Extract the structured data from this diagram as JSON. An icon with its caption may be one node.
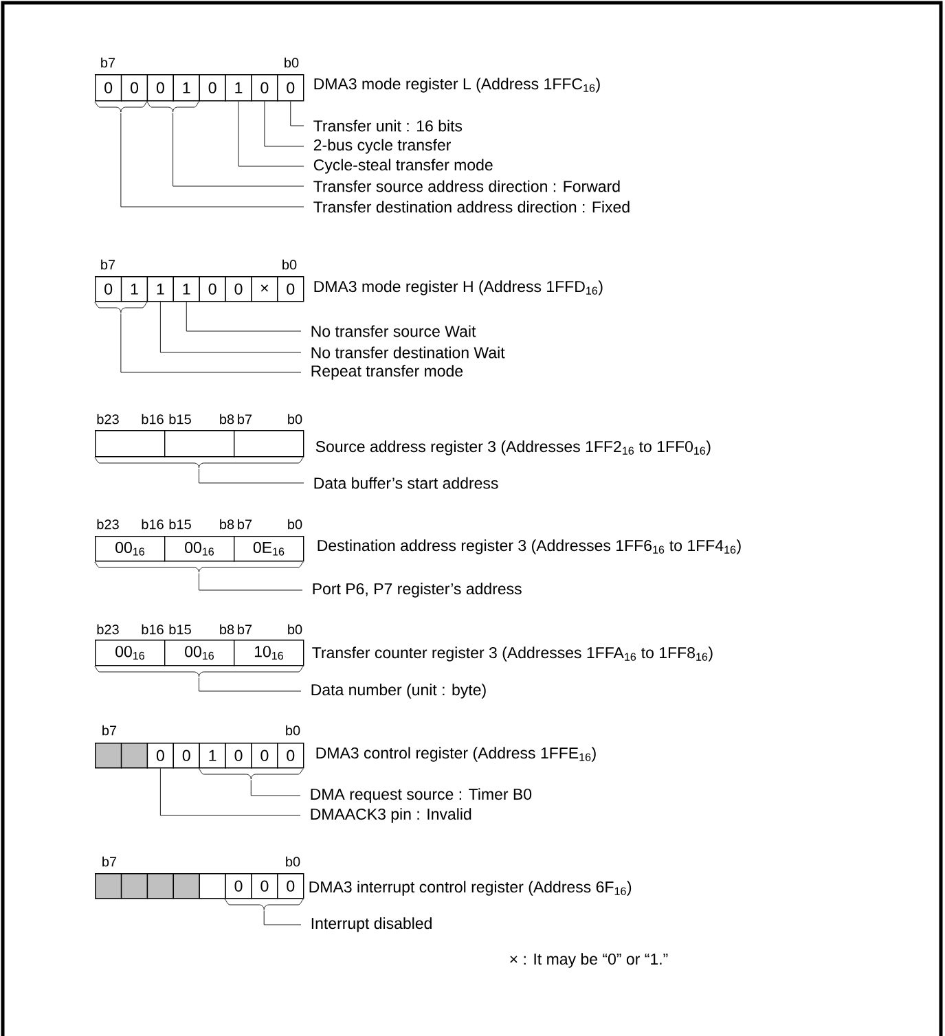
{
  "diagram": {
    "nodes": [
      {
        "text": [
          "0"
        ]
      },
      {
        "text": [
          "0"
        ]
      },
      {
        "text": [
          "0"
        ]
      },
      {
        "text": [
          "1"
        ]
      },
      {
        "text": [
          "0"
        ]
      },
      {
        "text": [
          "1"
        ]
      },
      {
        "text": [
          "0"
        ]
      },
      {
        "text": [
          "0"
        ]
      },
      {
        "text": [],
        "shape": "brace"
      },
      {
        "text": [],
        "shape": "brace"
      },
      {
        "text": [
          "Transfer unit : 16 bits"
        ]
      },
      {
        "text": [
          "2-bus cycle transfer"
        ]
      },
      {
        "text": [
          "Cycle-steal transfer mode"
        ]
      },
      {
        "text": [
          "Transfer source address direction : Forward"
        ]
      },
      {
        "text": [
          "Transfer destination address direction : Fixed"
        ]
      },
      {
        "text": [
          "0"
        ]
      },
      {
        "text": [
          "1"
        ]
      },
      {
        "text": [
          "1"
        ]
      },
      {
        "text": [
          "1"
        ]
      },
      {
        "text": [
          "0"
        ]
      },
      {
        "text": [
          "0"
        ]
      },
      {
        "text": [
          "×"
        ]
      },
      {
        "text": [
          "0"
        ]
      },
      {
        "text": [],
        "shape": "brace"
      },
      {
        "text": [
          "No transfer source Wait"
        ]
      },
      {
        "text": [
          "No transfer destination Wait"
        ]
      },
      {
        "text": [
          "Repeat transfer mode"
        ]
      },
      {
        "text": [],
        "shape": "box"
      },
      {
        "text": [],
        "shape": "box"
      },
      {
        "text": [],
        "shape": "box"
      },
      {
        "text": [],
        "shape": "brace"
      },
      {
        "text": [
          "Data buffer’s start address"
        ]
      },
      {
        "text": [
          "00$_{16}$"
        ]
      },
      {
        "text": [
          "00$_{16}$"
        ]
      },
      {
        "text": [
          "0E$_{16}$"
        ]
      },
      {
        "text": [],
        "shape": "brace"
      },
      {
        "text": [
          "Port P6, P7 register’s address"
        ]
      },
      {
        "text": [
          "00$_{16}$"
        ]
      },
      {
        "text": [
          "00$_{16}$"
        ]
      },
      {
        "text": [
          "10$_{16}$"
        ]
      },
      {
        "text": [],
        "shape": "brace"
      },
      {
        "text": [
          "Data number (unit : byte)"
        ]
      },
      {
        "text": [],
        "shape": "box"
      },
      {
        "text": [],
        "shape": "box"
      },
      {
        "text": [
          "0"
        ]
      },
      {
        "text": [
          "0"
        ]
      },
      {
        "text": [
          "1"
        ]
      },
      {
        "text": [
          "0"
        ]
      },
      {
        "text": [
          "0"
        ]
      },
      {
        "text": [
          "0"
        ]
      },
      {
        "text": [],
        "shape": "brace"
      },
      {
        "text": [
          "DMA request source : Timer B0"
        ]
      },
      {
        "text": [
          "DMAACK3 pin : Invalid"
        ]
      },
      {
        "text": [],
        "shape": "box"
      },
      {
        "text": [],
        "shape": "box"
      },
      {
        "text": [],
        "shape": "box"
      },
      {
        "text": [],
        "shape": "box"
      },
      {
        "text": [],
        "shape": "box"
      },
      {
        "text": [
          "0"
        ]
      },
      {
        "text": [
          "0"
        ]
      },
      {
        "text": [
          "0"
        ]
      },
      {
        "text": [],
        "shape": "brace"
      },
      {
        "text": [
          "Interrupt disabled"
        ]
      }
    ],
    "edges": [
      {
        "from": 7,
        "to": 10,
        "arrow": "none"
      },
      {
        "from": 6,
        "to": 11,
        "arrow": "none"
      },
      {
        "from": 5,
        "to": 12,
        "arrow": "none"
      },
      {
        "from": 9,
        "to": 13,
        "arrow": "none"
      },
      {
        "from": 8,
        "to": 14,
        "arrow": "none"
      },
      {
        "from": 18,
        "to": 24,
        "arrow": "none"
      },
      {
        "from": 17,
        "to": 25,
        "arrow": "none"
      },
      {
        "from": 23,
        "to": 26,
        "arrow": "none"
      },
      {
        "from": 30,
        "to": 31,
        "arrow": "none"
      },
      {
        "from": 35,
        "to": 36,
        "arrow": "none"
      },
      {
        "from": 40,
        "to": 41,
        "arrow": "none"
      },
      {
        "from": 50,
        "to": 51,
        "arrow": "none"
      },
      {
        "from": 44,
        "to": 52,
        "arrow": "none"
      },
      {
        "from": 61,
        "to": 62,
        "arrow": "none"
      }
    ],
    "labels": [
      "b7",
      "b0",
      "DMA3 mode register L (Address 1FFC$_{16}$)",
      "b7",
      "b0",
      "DMA3 mode register H (Address 1FFD$_{16}$)",
      "b23",
      "b16",
      "b15",
      "b8",
      "b7",
      "b0",
      "Source address register 3 (Addresses 1FF2$_{16}$ to 1FF0$_{16}$)",
      "b23",
      "b16",
      "b15",
      "b8",
      "b7",
      "b0",
      "Destination address register 3 (Addresses 1FF6$_{16}$ to 1FF4$_{16}$)",
      "b23",
      "b16",
      "b15",
      "b8",
      "b7",
      "b0",
      "Transfer counter register 3 (Addresses 1FFA$_{16}$ to 1FF8$_{16}$)",
      "b7",
      "b0",
      "DMA3 control register (Address 1FFE$_{16}$)",
      "b7",
      "b0",
      "DMA3 interrupt control register (Address 6F$_{16}$)",
      "× : It may be “0” or “1.”"
    ]
  }
}
